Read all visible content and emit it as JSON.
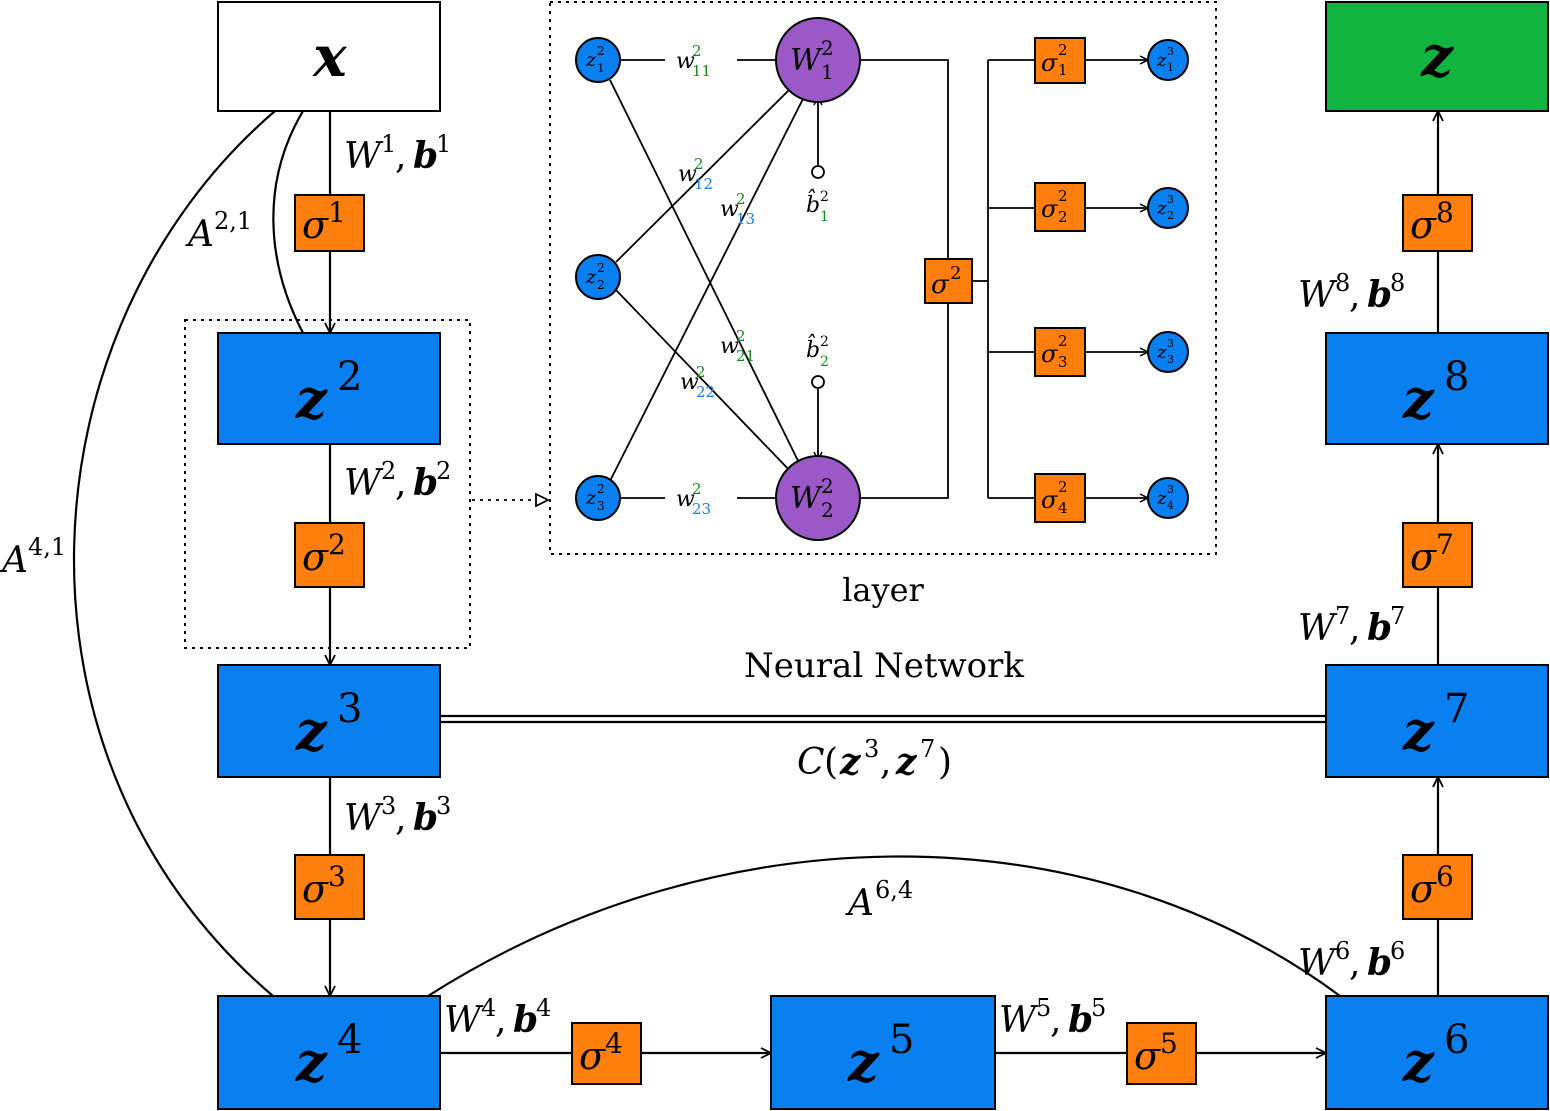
{
  "diagram": {
    "caption": "Neural Network",
    "inset_caption": "layer",
    "input_node": "x",
    "output_node": "z",
    "layers": [
      {
        "id": "z2",
        "base": "z",
        "sup": "2"
      },
      {
        "id": "z3",
        "base": "z",
        "sup": "3"
      },
      {
        "id": "z4",
        "base": "z",
        "sup": "4"
      },
      {
        "id": "z5",
        "base": "z",
        "sup": "5"
      },
      {
        "id": "z6",
        "base": "z",
        "sup": "6"
      },
      {
        "id": "z7",
        "base": "z",
        "sup": "7"
      },
      {
        "id": "z8",
        "base": "z",
        "sup": "8"
      }
    ],
    "activations": [
      "1",
      "2",
      "3",
      "4",
      "5",
      "6",
      "7",
      "8"
    ],
    "weight_labels": [
      "1",
      "2",
      "3",
      "4",
      "5",
      "6",
      "7",
      "8"
    ],
    "skip_connections": [
      {
        "label": "A",
        "sup": "2,1"
      },
      {
        "label": "A",
        "sup": "4,1"
      },
      {
        "label": "A",
        "sup": "6,4"
      }
    ],
    "coupling": {
      "label": "C",
      "args": [
        "3",
        "7"
      ]
    },
    "inset": {
      "inputs": [
        "1",
        "2",
        "3"
      ],
      "neurons": [
        "1",
        "2"
      ],
      "biases": [
        "1",
        "2"
      ],
      "outputs": [
        "1",
        "2",
        "3",
        "4"
      ],
      "weights": [
        "11",
        "12",
        "13",
        "21",
        "22",
        "23"
      ]
    }
  },
  "colors": {
    "layer_node": "#0a7ff0",
    "output_node": "#11b43f",
    "activation": "#ff7f0e",
    "neuron": "#9b59c8"
  }
}
